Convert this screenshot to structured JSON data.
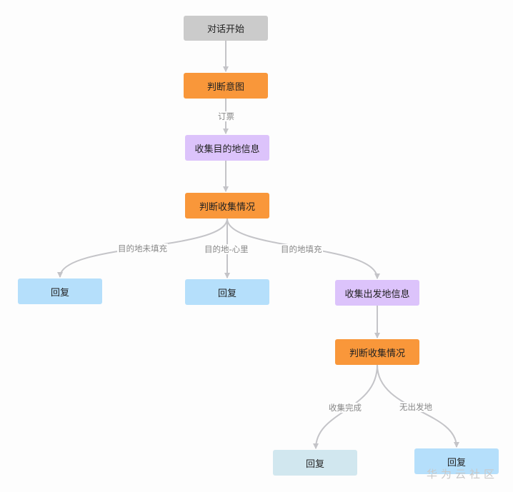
{
  "nodes": {
    "start": "对话开始",
    "intent": "判断意图",
    "collect_dest": "收集目的地信息",
    "judge1": "判断收集情况",
    "reply_left": "回复",
    "reply_mid": "回复",
    "collect_origin": "收集出发地信息",
    "judge2": "判断收集情况",
    "reply_done": "回复",
    "reply_right": "回复"
  },
  "edge_labels": {
    "book": "订票",
    "dest_unfilled": "目的地未填充",
    "dest_center": "目的地-心里",
    "dest_filled": "目的地填充",
    "collect_done": "收集完成",
    "no_origin": "无出发地"
  },
  "watermark": "华为云社区",
  "colors": {
    "start": "#cbcbcb",
    "judge": "#f9973a",
    "collect": "#dcc3fb",
    "reply": "#b5dffb",
    "reply_done": "#d1e7ef",
    "edge": "#c4c4c8"
  }
}
